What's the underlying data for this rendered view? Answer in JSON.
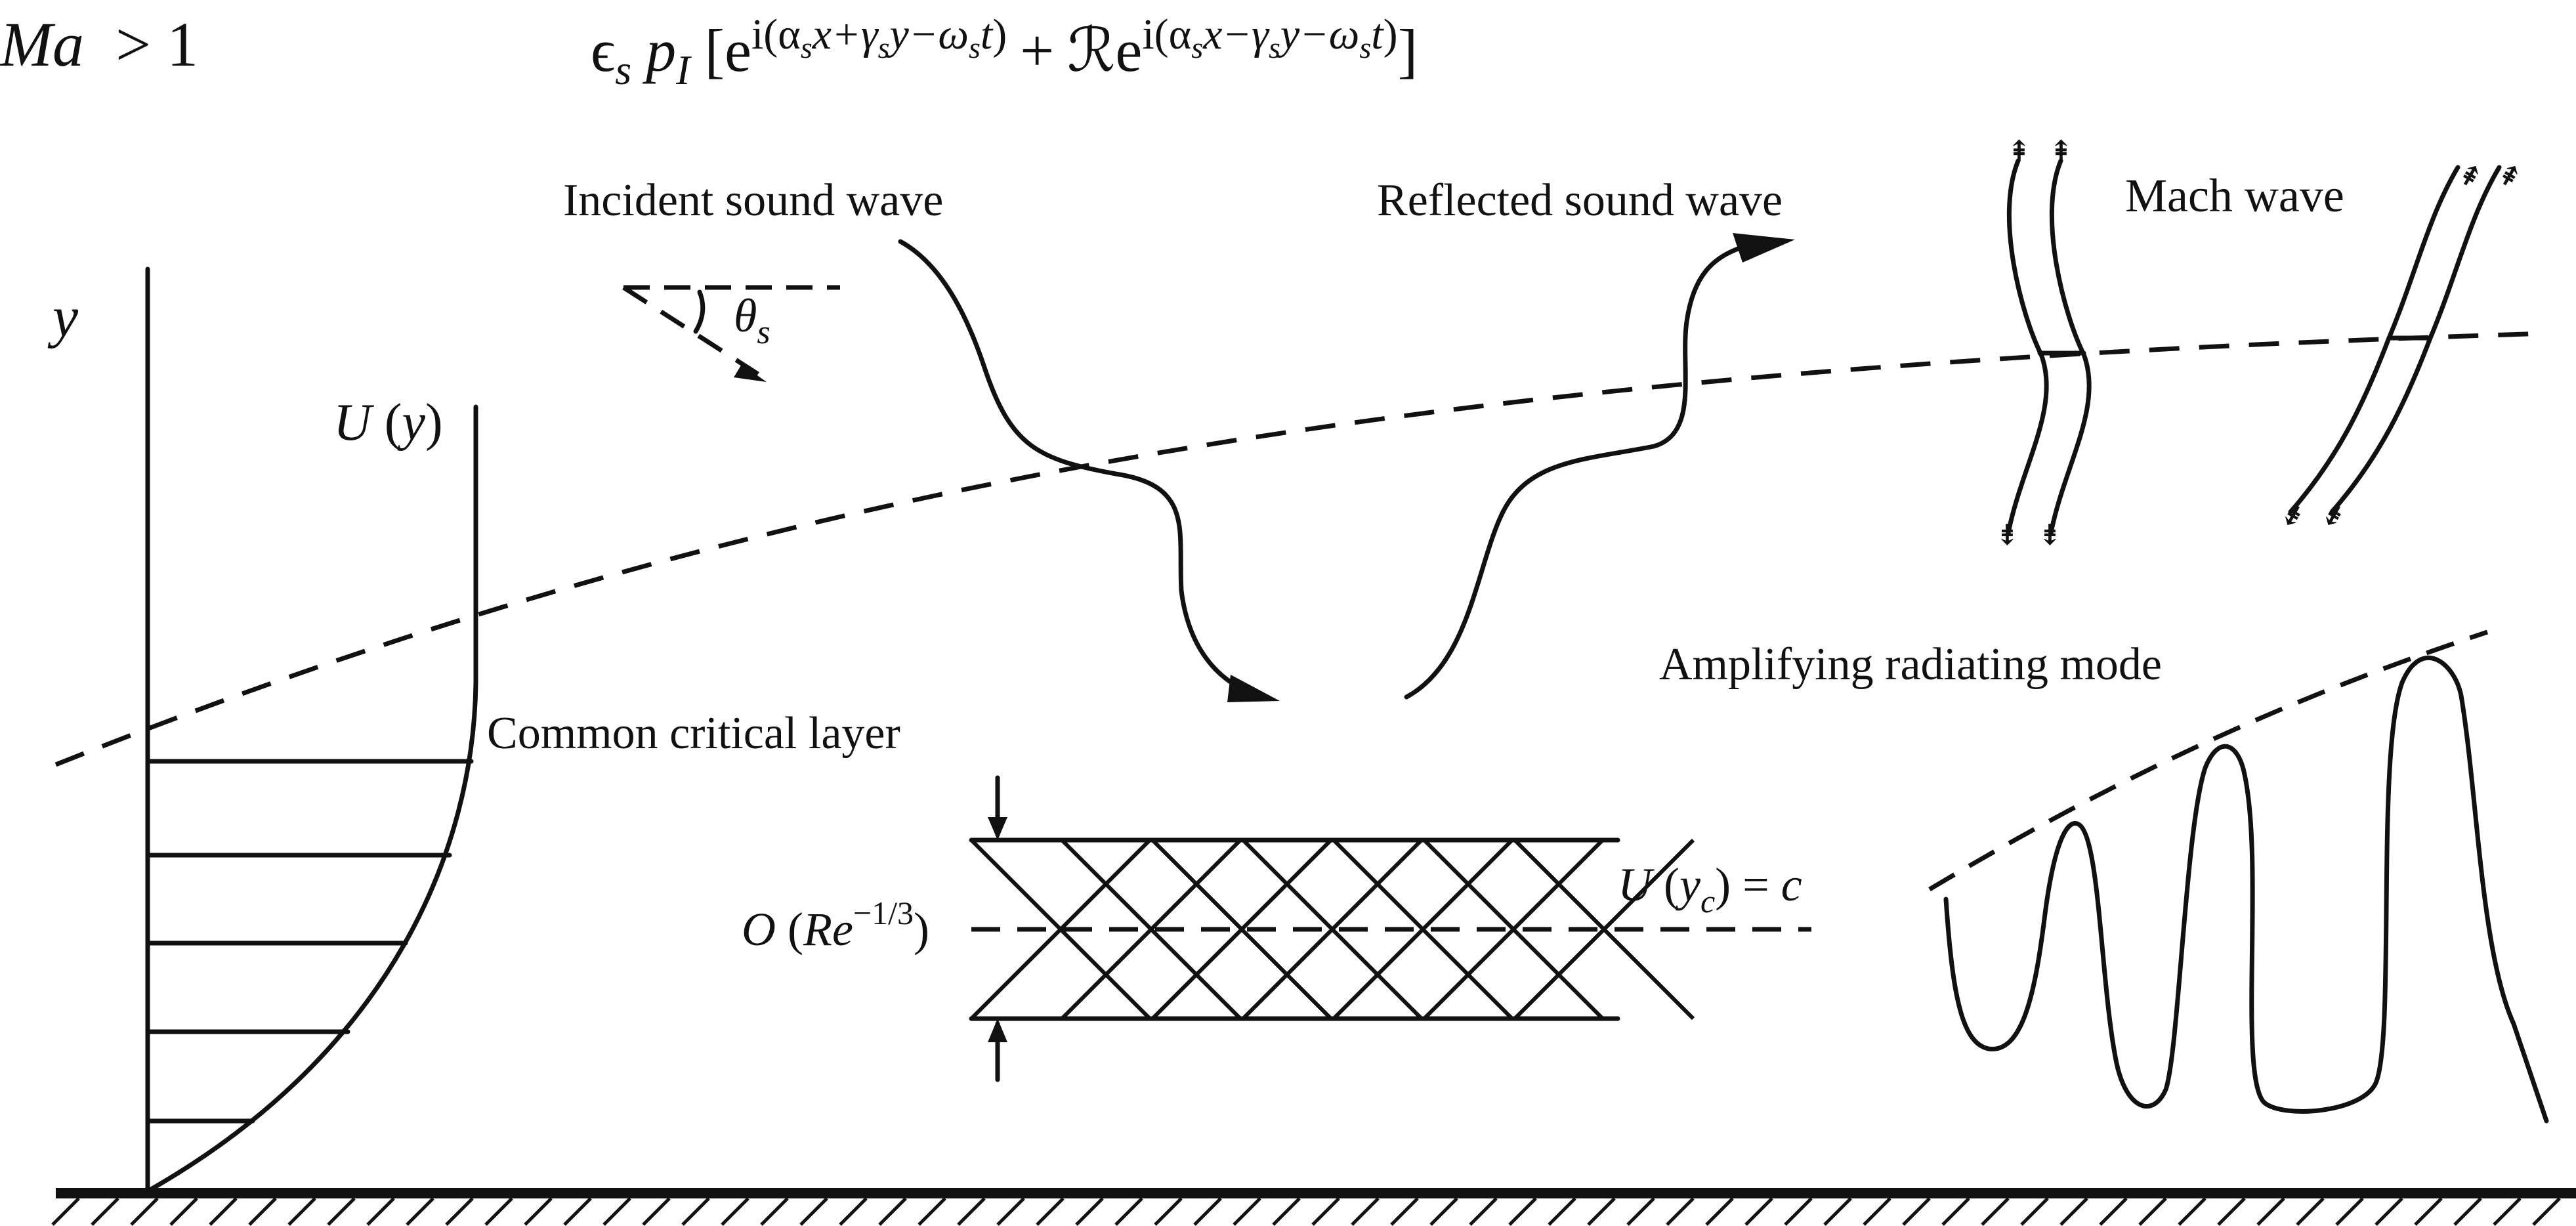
{
  "header": {
    "mach_condition": {
      "symbol": "Ma",
      "relation": "> 1"
    },
    "forcing_expression": {
      "amplitude": "ϵ",
      "amplitude_sub": "s",
      "pressure": "p",
      "pressure_sub": "I",
      "bracket_open": "[",
      "exp_base": "e",
      "exp_incident": "i(α",
      "exp_reflected": "i(α",
      "plus": "+",
      "reflection_coeff": "ℛ",
      "bracket_close": "]"
    }
  },
  "labels": {
    "incident_wave": "Incident sound wave",
    "reflected_wave": "Reflected sound wave",
    "mach_wave": "Mach wave",
    "y_axis": "y",
    "theta": "θ",
    "theta_sub": "s",
    "velocity_profile": "U (y)",
    "common_critical_layer": "Common critical layer",
    "amplifying_mode": "Amplifying radiating mode",
    "critical_condition": "U (y",
    "critical_condition_sub": "c",
    "critical_condition_rhs": ") = c",
    "layer_thickness": "O (Re",
    "layer_thickness_exp": "−1/3",
    "layer_thickness_close": ")"
  }
}
